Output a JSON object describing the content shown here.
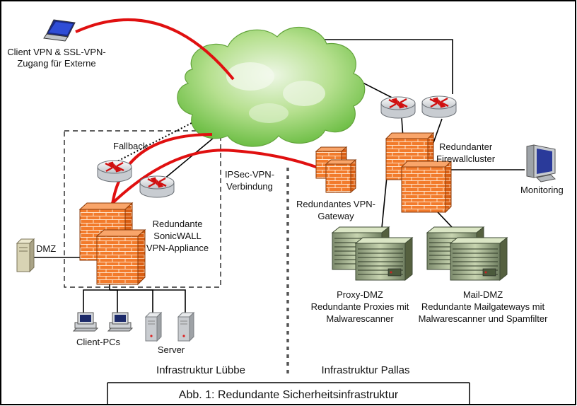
{
  "labels": {
    "client_vpn_1": "Client VPN & SSL-VPN-",
    "client_vpn_2": "Zugang für Externe",
    "fallback": "Fallback",
    "ipsec_1": "IPSec-VPN-",
    "ipsec_2": "Verbindung",
    "firewallcluster_1": "Redundanter",
    "firewallcluster_2": "Firewallcluster",
    "monitoring": "Monitoring",
    "vpn_gateway_1": "Redundantes VPN-",
    "vpn_gateway_2": "Gateway",
    "sonicwall_1": "Redundante",
    "sonicwall_2": "SonicWALL",
    "sonicwall_3": "VPN-Appliance",
    "dmz": "DMZ",
    "proxy_1": "Proxy-DMZ",
    "proxy_2": "Redundante Proxies mit",
    "proxy_3": "Malwarescanner",
    "mail_1": "Mail-DMZ",
    "mail_2": "Redundante Mailgateways mit",
    "mail_3": "Malwarescanner und Spamfilter",
    "client_pcs": "Client-PCs",
    "server": "Server",
    "infra_luebbe": "Infrastruktur Lübbe",
    "infra_pallas": "Infrastruktur Pallas"
  },
  "caption": "Abb. 1: Redundante Sicherheitsinfrastruktur",
  "icons": [
    "laptop-icon",
    "cloud-icon",
    "router-icon",
    "firewall-icon",
    "monitor-icon",
    "server-rack-icon",
    "tower-server-icon",
    "desktop-pc-icon"
  ],
  "colors": {
    "vpn_link": "#e01010",
    "firewall_brick": "#f07a2a",
    "cloud": "#8fd06a",
    "frame": "#000000"
  }
}
